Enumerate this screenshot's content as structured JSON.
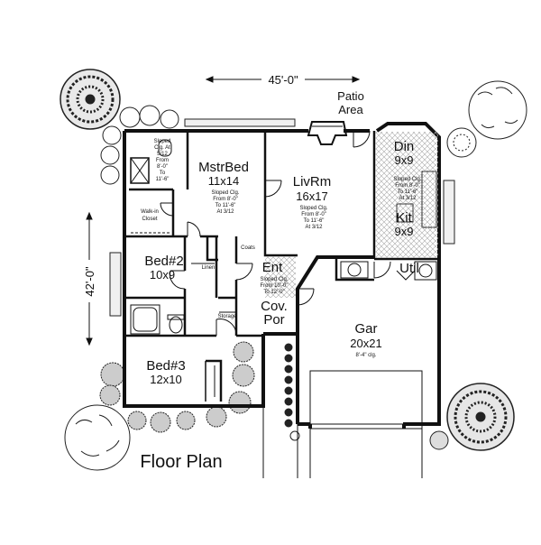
{
  "dimensions": {
    "width": "45'-0\"",
    "depth": "42'-0\""
  },
  "title": "Floor Plan",
  "patio": {
    "line1": "Patio",
    "line2": "Area"
  },
  "rooms": {
    "master": {
      "name": "MstrBed",
      "size": "11x14",
      "note": [
        "Sloped Clg.",
        "From 8'-0\"",
        "To 11'-6\"",
        "At 3/12"
      ]
    },
    "living": {
      "name": "LivRm",
      "size": "16x17",
      "note": [
        "Sloped Clg.",
        "From 8'-0\"",
        "To 11'-6\"",
        "At 3/12"
      ]
    },
    "dining": {
      "name": "Din",
      "size": "9x9",
      "note": [
        "Sloped Clg.",
        "From 8'-0\"",
        "To 11'-6\"",
        "At 3/12"
      ]
    },
    "kitchen": {
      "name": "Kit",
      "size": "9x9"
    },
    "utility": {
      "name": "Util"
    },
    "bed2": {
      "name": "Bed#2",
      "size": "10x9"
    },
    "bed3": {
      "name": "Bed#3",
      "size": "12x10"
    },
    "entry": {
      "name": "Ent",
      "note": [
        "Sloped Clg.",
        "From 10'-0\"",
        "To 12'-0\""
      ]
    },
    "porch": {
      "line1": "Cov.",
      "line2": "Por"
    },
    "garage": {
      "name": "Gar",
      "size": "20x21",
      "note": "8'-4\" clg."
    },
    "bath_note": [
      "Sloped",
      "Clg. At",
      "5/12",
      "From",
      "8'-0\"",
      "To",
      "11'-6\""
    ],
    "walkin": {
      "line1": "Walk-in",
      "line2": "Closet"
    },
    "linen": "Linen",
    "storage": "Storage",
    "coats": "Coats"
  }
}
